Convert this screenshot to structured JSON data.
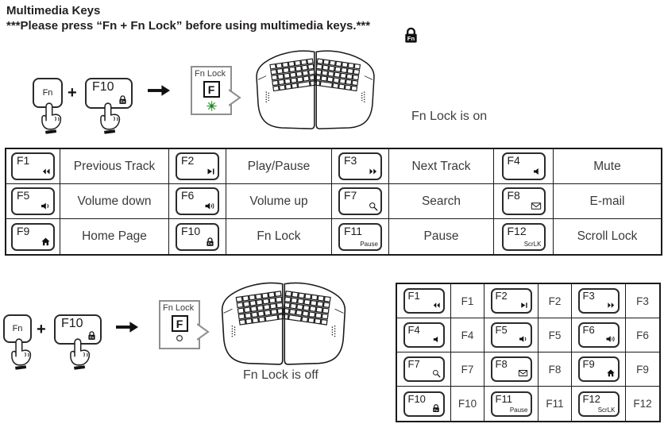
{
  "title": "Multimedia Keys",
  "instruction": "***Please press “Fn + Fn Lock” before using multimedia keys.***",
  "fn_lock_badge": "Fn",
  "colors": {
    "led_on": "#46a546",
    "text": "#231f20",
    "callout_border": "#8f8f8f"
  },
  "diagrams": {
    "on": {
      "fn_key": "Fn",
      "plus": "+",
      "f10_key": "F10",
      "callout_title": "Fn Lock",
      "callout_key": "F",
      "led_state": "on",
      "caption": "Fn Lock is on"
    },
    "off": {
      "fn_key": "Fn",
      "plus": "+",
      "f10_key": "F10",
      "callout_title": "Fn Lock",
      "callout_key": "F",
      "led_state": "off",
      "caption": "Fn Lock is off"
    }
  },
  "key_functions": [
    {
      "key": "F1",
      "icon": "previous-track",
      "label": "Previous Track"
    },
    {
      "key": "F2",
      "icon": "play-pause",
      "label": "Play/Pause"
    },
    {
      "key": "F3",
      "icon": "next-track",
      "label": "Next Track"
    },
    {
      "key": "F4",
      "icon": "mute",
      "label": "Mute"
    },
    {
      "key": "F5",
      "icon": "volume-down",
      "label": "Volume down"
    },
    {
      "key": "F6",
      "icon": "volume-up",
      "label": "Volume up"
    },
    {
      "key": "F7",
      "icon": "search",
      "label": "Search"
    },
    {
      "key": "F8",
      "icon": "e-mail",
      "label": "E-mail"
    },
    {
      "key": "F9",
      "icon": "home-page",
      "label": "Home Page"
    },
    {
      "key": "F10",
      "icon": "fn-lock",
      "label": "Fn Lock"
    },
    {
      "key": "F11",
      "icon": "pause-text",
      "keytext": "Pause",
      "label": "Pause"
    },
    {
      "key": "F12",
      "icon": "scroll-lock-text",
      "keytext": "ScrLK",
      "label": "Scroll Lock"
    }
  ],
  "fn_off_labels": [
    "F1",
    "F2",
    "F3",
    "F4",
    "F5",
    "F6",
    "F7",
    "F8",
    "F9",
    "F10",
    "F11",
    "F12"
  ]
}
